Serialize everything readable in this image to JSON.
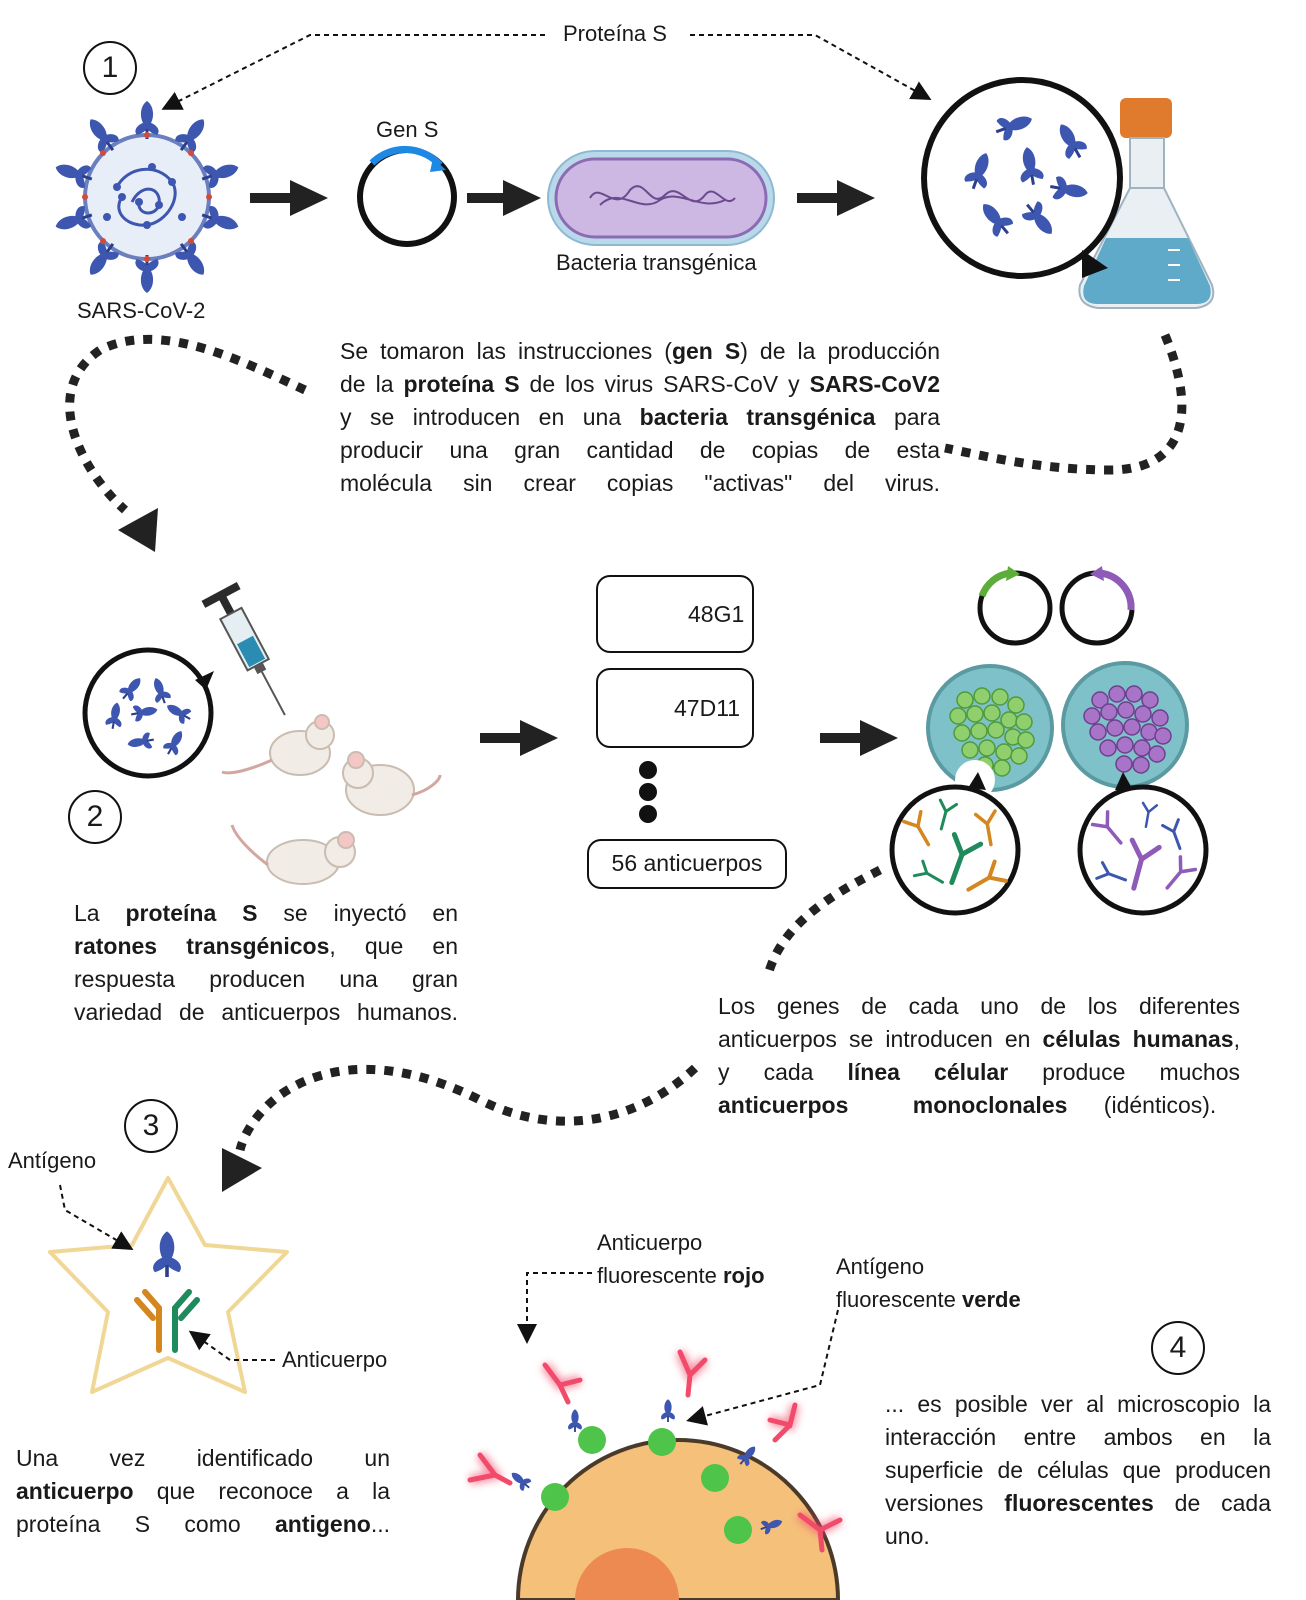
{
  "steps": [
    "1",
    "2",
    "3",
    "4"
  ],
  "labels": {
    "proteina_s": "Proteína S",
    "gen_s": "Gen S",
    "sars": "SARS-CoV-2",
    "bacteria": "Bacteria transgénica",
    "ab1": "48G1",
    "ab2": "47D11",
    "ab_count": "56 anticuerpos",
    "antigeno": "Antígeno",
    "anticuerpo": "Anticuerpo",
    "red_ab_1": "Anticuerpo",
    "red_ab_2": "fluorescente ",
    "red_ab_bold": "rojo",
    "green_ag_1": "Antígeno",
    "green_ag_2": "fluorescente ",
    "green_ag_bold": "verde"
  },
  "text1": {
    "l1a": "Se tomaron las instrucciones (",
    "l1b": "gen S",
    "l1c": ") de la producción",
    "l2a": "de la ",
    "l2b": "proteína S",
    "l2c": " de los virus SARS-CoV y ",
    "l2d": "SARS-CoV2",
    "l3a": "y se introducen en una ",
    "l3b": "bacteria transgénica",
    "l3c": " para",
    "l4": "producir una gran cantidad de copias de esta",
    "l5": "molécula sin crear copias \"activas\" del virus."
  },
  "text2": {
    "l1a": "La ",
    "l1b": "proteína S",
    "l1c": " se inyectó en",
    "l2a": "ratones transgénicos",
    "l2b": ", que en",
    "l3": "respuesta producen una gran",
    "l4": "variedad de anticuerpos humanos."
  },
  "text3": {
    "l1": "Los genes de cada uno de los diferentes",
    "l2a": "anticuerpos se introducen en ",
    "l2b": "células humanas",
    "l2c": ",",
    "l3a": "y cada ",
    "l3b": "línea célular",
    "l3c": " produce muchos",
    "l4a": "anticuerpos monoclonales",
    "l4b": " (idénticos)."
  },
  "text4": {
    "l1": "Una vez identificado un",
    "l2a": "anticuerpo",
    "l2b": " que reconoce a la",
    "l3a": "proteína S como ",
    "l3b": "antigeno",
    "l3c": "..."
  },
  "text5": {
    "l1": "... es posible ver al microscopio la",
    "l2": "interacción entre ambos en la",
    "l3": "superficie de células que producen",
    "l4a": "versiones ",
    "l4b": "fluorescentes",
    "l4c": " de cada",
    "l5": "uno."
  },
  "colors": {
    "protein_blue": "#3d56b0",
    "antibody_purple": "#8e5bb8",
    "antibody_orange": "#d4861f",
    "antibody_green": "#1f8a5b",
    "bacteria": "#cdb7e3",
    "flask_liquid": "#5fa9c9",
    "cell_green": "#8fcf6e",
    "cell_purple": "#a774c7",
    "plasmid_blue": "#1e88e5",
    "star": "#f0d795",
    "cell_body": "#f4c07a",
    "red_glow": "#f24a6b"
  }
}
